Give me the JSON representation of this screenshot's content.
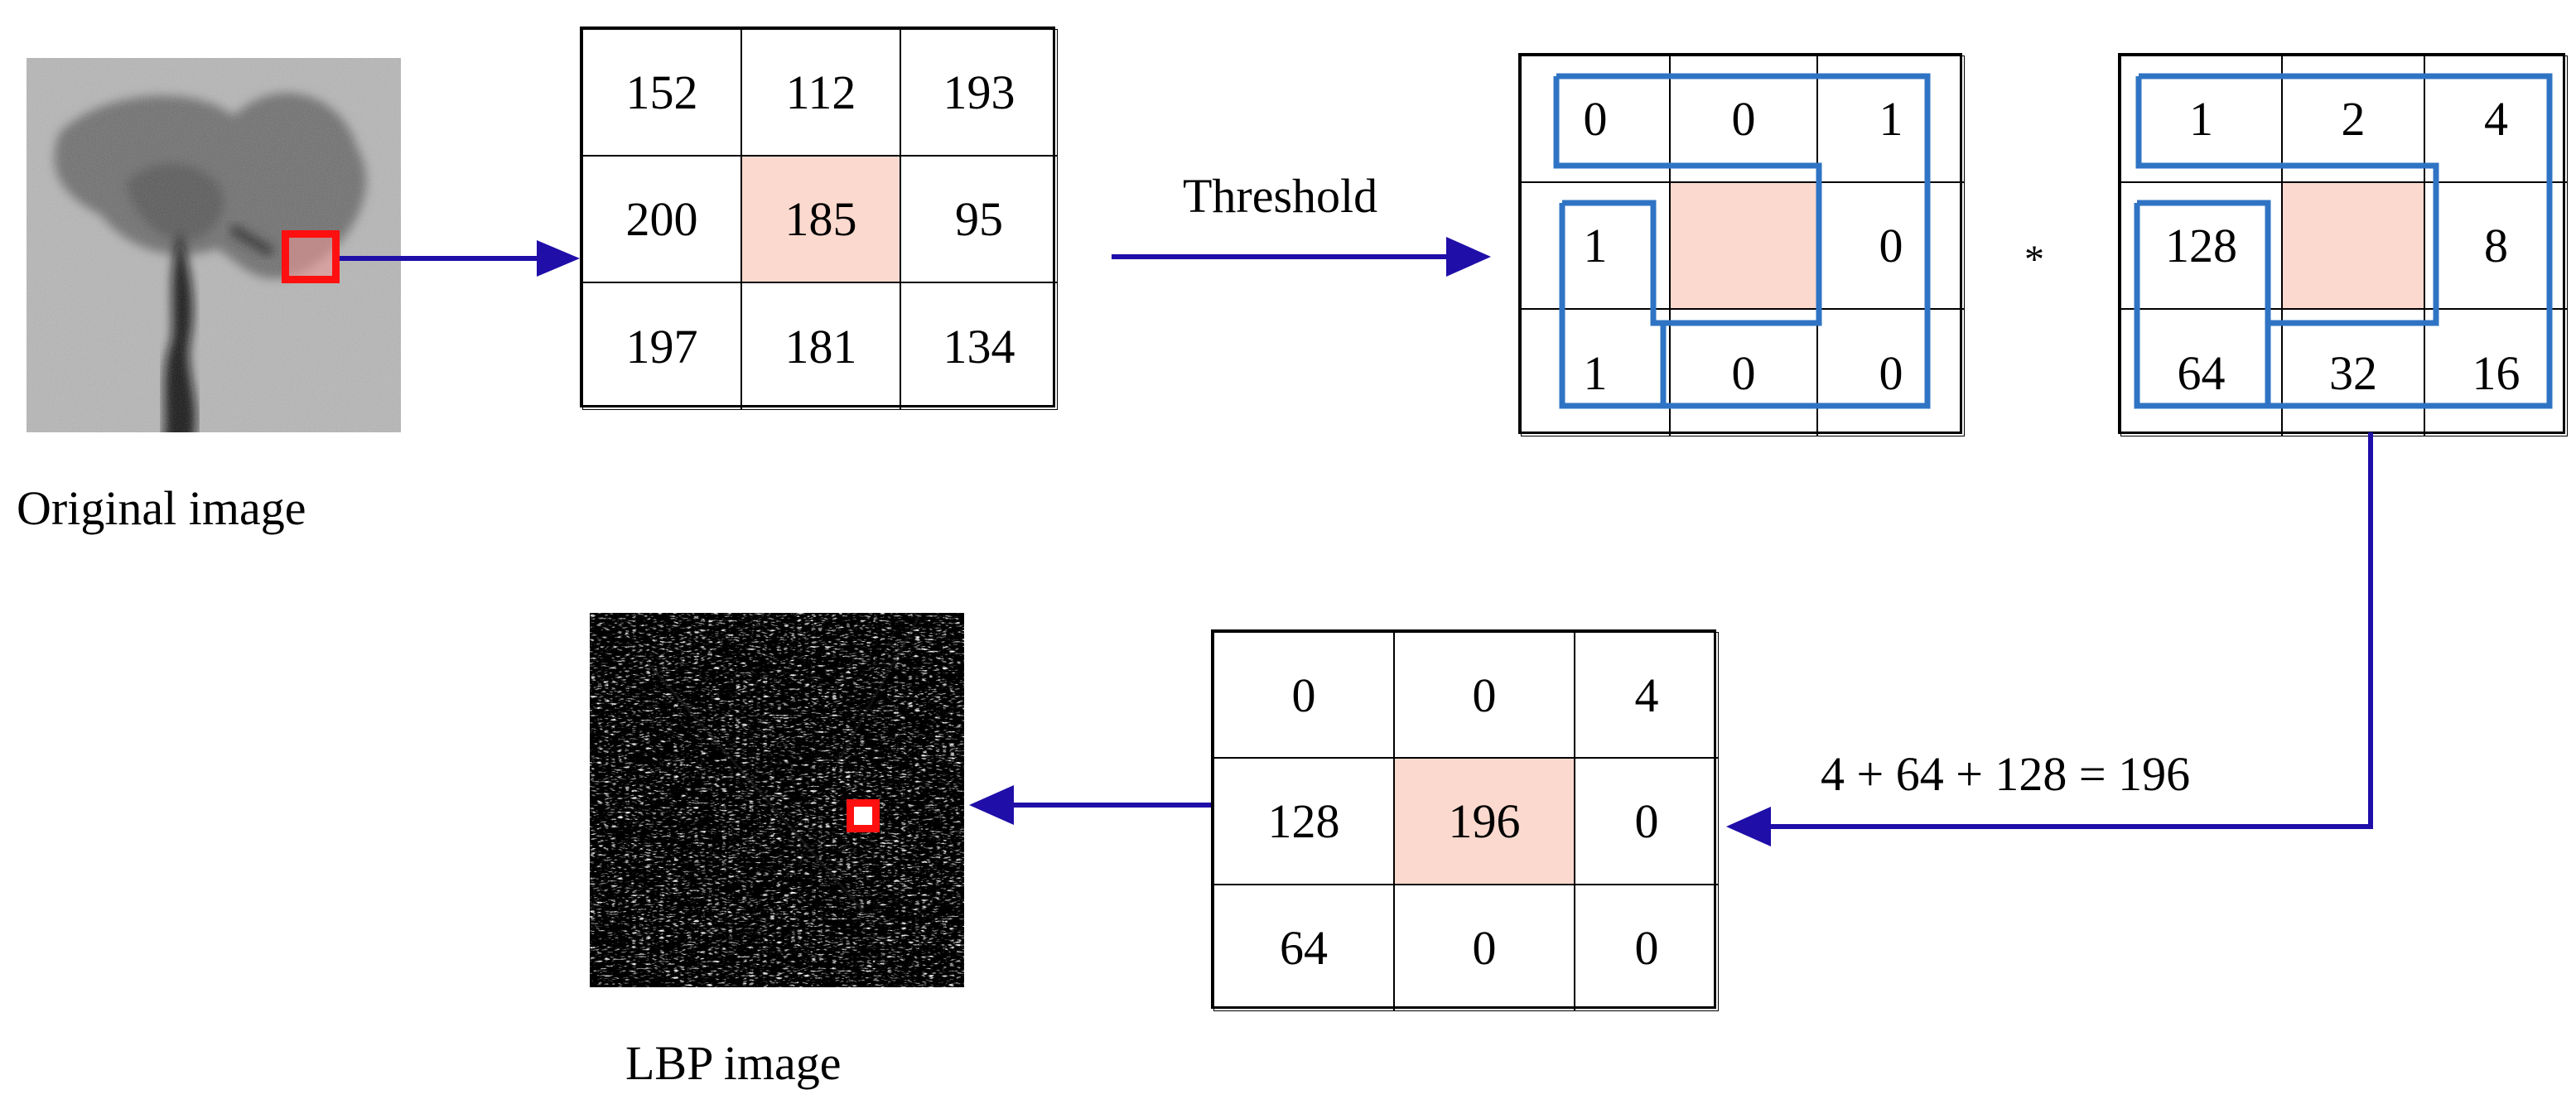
{
  "colors": {
    "arrow": "#1f0ea8",
    "highlight_cell": "#fcd9ce",
    "pattern_outline": "#2f74c4",
    "marker": "#ff1010"
  },
  "labels": {
    "original_image": "Original image",
    "lbp_image": "LBP image",
    "threshold": "Threshold",
    "multiply": "*",
    "sum_equation": "4 + 64 + 128 = 196"
  },
  "grids": {
    "neighborhood": [
      [
        "152",
        "112",
        "193"
      ],
      [
        "200",
        "185",
        "95"
      ],
      [
        "197",
        "181",
        "134"
      ]
    ],
    "thresholded": [
      [
        "0",
        "0",
        "1"
      ],
      [
        "1",
        "",
        "0"
      ],
      [
        "1",
        "0",
        "0"
      ]
    ],
    "weights": [
      [
        "1",
        "2",
        "4"
      ],
      [
        "128",
        "",
        "8"
      ],
      [
        "64",
        "32",
        "16"
      ]
    ],
    "result": [
      [
        "0",
        "0",
        "4"
      ],
      [
        "128",
        "196",
        "0"
      ],
      [
        "64",
        "0",
        "0"
      ]
    ]
  },
  "icons": {
    "original_thumbnail": "grayscale-cell-photo",
    "lbp_thumbnail": "lbp-texture-photo"
  }
}
